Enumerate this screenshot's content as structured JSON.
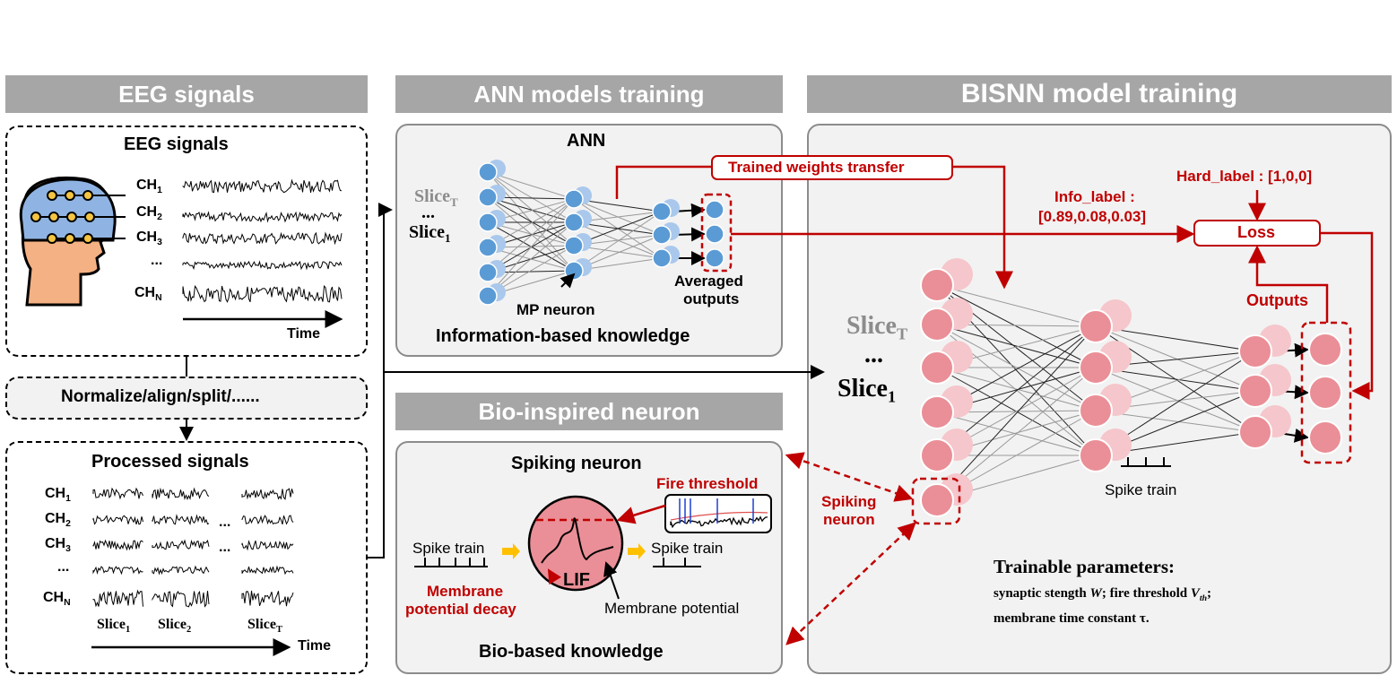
{
  "headers": {
    "eeg": "EEG signals",
    "ann": "ANN models training",
    "bisnn": "BISNN model training",
    "bio": "Bio-inspired neuron"
  },
  "eeg_panel": {
    "title": "EEG signals",
    "channels": [
      "CH",
      "CH",
      "CH",
      "...",
      "CH"
    ],
    "channel_subs": [
      "1",
      "2",
      "3",
      "",
      "N"
    ],
    "time": "Time"
  },
  "normalize": "Normalize/align/split/......",
  "processed_panel": {
    "title": "Processed signals",
    "channels": [
      "CH",
      "CH",
      "CH",
      "...",
      "CH"
    ],
    "channel_subs": [
      "1",
      "2",
      "3",
      "",
      "N"
    ],
    "slices": [
      "Slice",
      "Slice",
      "Slice"
    ],
    "slice_subs": [
      "1",
      "2",
      "T"
    ],
    "time": "Time",
    "ellipsis": "..."
  },
  "ann_panel": {
    "title": "ANN",
    "slice_t": "Slice",
    "slice_t_sub": "T",
    "dots": "...",
    "slice_1": "Slice",
    "slice_1_sub": "1",
    "mp_neuron": "MP neuron",
    "averaged": "Averaged",
    "outputs": "outputs",
    "knowledge": "Information-based knowledge"
  },
  "transfer_label": "Trained weights transfer",
  "bisnn_panel": {
    "info_label": "Info_label :",
    "info_values": "[0.89,0.08,0.03]",
    "hard_label": "Hard_label : [1,0,0]",
    "loss": "Loss",
    "outputs": "Outputs",
    "slice_t": "Slice",
    "slice_t_sub": "T",
    "dots": "...",
    "slice_1": "Slice",
    "slice_1_sub": "1",
    "spiking_neuron": [
      "Spiking",
      "neuron"
    ],
    "spike_train": "Spike train",
    "trainable_title": "Trainable parameters:",
    "trainable_line1a": "synaptic stength ",
    "trainable_W": "W",
    "trainable_line1b": "; fire threshold ",
    "trainable_V": "V",
    "trainable_Vsub": "th",
    "trainable_line1c": ";",
    "trainable_line2a": "membrane time constant ",
    "trainable_tau": "τ",
    "trainable_line2b": "."
  },
  "bio_panel": {
    "title": "Spiking neuron",
    "fire_threshold": "Fire threshold",
    "spike_train_in": "Spike train",
    "spike_train_out": "Spike train",
    "lif": "LIF",
    "decay": [
      "Membrane",
      "potential decay"
    ],
    "membrane": "Membrane potential",
    "knowledge": "Bio-based knowledge"
  },
  "colors": {
    "header_gray": "#a6a6a6",
    "accent_red": "#c00000",
    "ann_neuron": "#5b9bd5",
    "snn_neuron": "#ea8f97",
    "panel_fill": "#f2f2f2"
  }
}
